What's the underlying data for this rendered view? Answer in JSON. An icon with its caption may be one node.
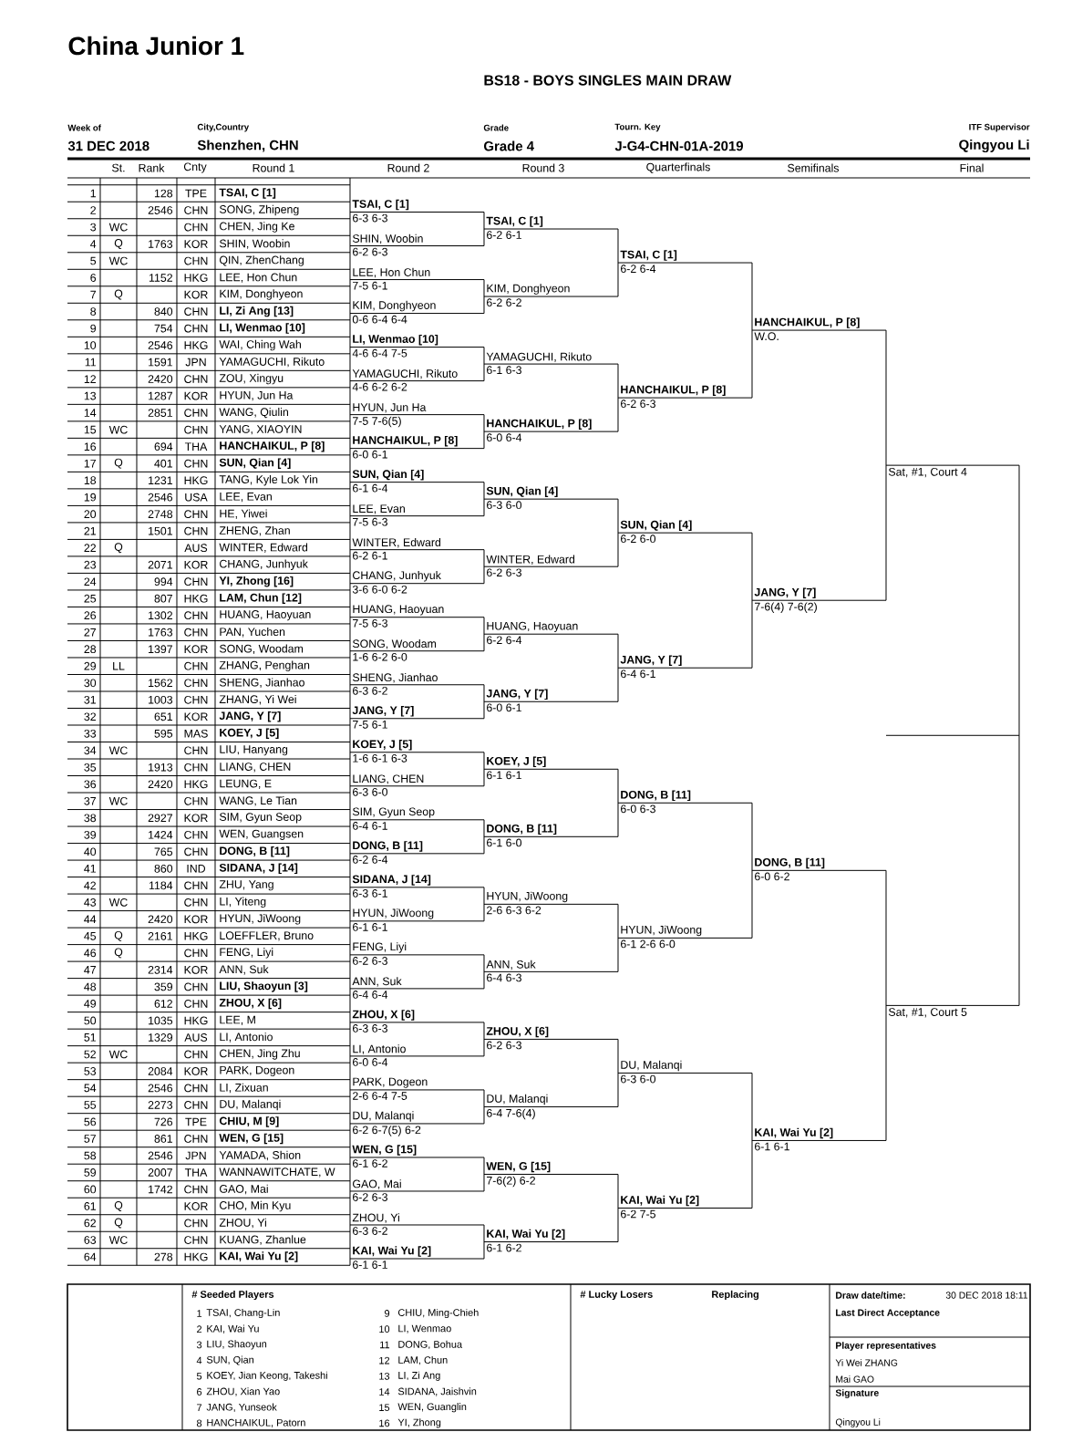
{
  "diagram": {
    "title": "China Junior 1",
    "labels": [
      "BS18 - BOYS SINGLES MAIN DRAW",
      "Week of",
      "31 DEC 2018",
      "City,Country",
      "Shenzhen, CHN",
      "Grade",
      "Grade 4",
      "Tourn. Key",
      "J-G4-CHN-01A-2019",
      "ITF Supervisor",
      "Qingyou Li",
      "St.",
      "Rank",
      "Cnty",
      "Round 1",
      "Round 2",
      "Round 3",
      "Quarterfinals",
      "Semifinals",
      "Final",
      "1",
      "128",
      "TPE",
      "TSAI, C [1]",
      "2",
      "2546",
      "CHN",
      "SONG, Zhipeng",
      "3",
      "WC",
      "CHN",
      "CHEN, Jing Ke",
      "4",
      "Q",
      "1763",
      "KOR",
      "SHIN, Woobin",
      "5",
      "WC",
      "CHN",
      "QIN, ZhenChang",
      "6",
      "1152",
      "HKG",
      "LEE, Hon Chun",
      "7",
      "Q",
      "KOR",
      "KIM, Donghyeon",
      "8",
      "840",
      "CHN",
      "LI, Zi Ang [13]",
      "9",
      "754",
      "CHN",
      "LI, Wenmao [10]",
      "10",
      "2546",
      "HKG",
      "WAI, Ching Wah",
      "11",
      "1591",
      "JPN",
      "YAMAGUCHI, Rikuto",
      "12",
      "2420",
      "CHN",
      "ZOU, Xingyu",
      "13",
      "1287",
      "KOR",
      "HYUN, Jun Ha",
      "14",
      "2851",
      "CHN",
      "WANG, Qiulin",
      "15",
      "WC",
      "CHN",
      "YANG, XIAOYIN",
      "16",
      "694",
      "THA",
      "HANCHAIKUL, P [8]",
      "17",
      "Q",
      "401",
      "CHN",
      "SUN, Qian [4]",
      "18",
      "1231",
      "HKG",
      "TANG, Kyle Lok Yin",
      "19",
      "2546",
      "USA",
      "LEE, Evan",
      "20",
      "2748",
      "CHN",
      "HE, Yiwei",
      "21",
      "1501",
      "CHN",
      "ZHENG, Zhan",
      "22",
      "Q",
      "AUS",
      "WINTER, Edward",
      "23",
      "2071",
      "KOR",
      "CHANG, Junhyuk",
      "24",
      "994",
      "CHN",
      "YI, Zhong [16]",
      "25",
      "807",
      "HKG",
      "LAM, Chun [12]",
      "26",
      "1302",
      "CHN",
      "HUANG, Haoyuan",
      "27",
      "1763",
      "CHN",
      "PAN, Yuchen",
      "28",
      "1397",
      "KOR",
      "SONG, Woodam",
      "29",
      "LL",
      "CHN",
      "ZHANG, Penghan",
      "30",
      "1562",
      "CHN",
      "SHENG, Jianhao",
      "31",
      "1003",
      "CHN",
      "ZHANG, Yi Wei",
      "32",
      "651",
      "KOR",
      "JANG, Y [7]",
      "33",
      "595",
      "MAS",
      "KOEY, J [5]",
      "34",
      "WC",
      "CHN",
      "LIU, Hanyang",
      "35",
      "1913",
      "CHN",
      "LIANG, CHEN",
      "36",
      "2420",
      "HKG",
      "LEUNG, E",
      "37",
      "WC",
      "CHN",
      "WANG, Le Tian",
      "38",
      "2927",
      "KOR",
      "SIM, Gyun Seop",
      "39",
      "1424",
      "CHN",
      "WEN, Guangsen",
      "40",
      "765",
      "CHN",
      "DONG, B [11]",
      "41",
      "860",
      "IND",
      "SIDANA, J [14]",
      "42",
      "1184",
      "CHN",
      "ZHU, Yang",
      "43",
      "WC",
      "CHN",
      "LI, Yiteng",
      "44",
      "2420",
      "KOR",
      "HYUN, JiWoong",
      "45",
      "Q",
      "2161",
      "HKG",
      "LOEFFLER, Bruno",
      "46",
      "Q",
      "CHN",
      "FENG, Liyi",
      "47",
      "2314",
      "KOR",
      "ANN, Suk",
      "48",
      "359",
      "CHN",
      "LIU, Shaoyun [3]",
      "49",
      "612",
      "CHN",
      "ZHOU, X [6]",
      "50",
      "1035",
      "HKG",
      "LEE, M",
      "51",
      "1329",
      "AUS",
      "LI, Antonio",
      "52",
      "WC",
      "CHN",
      "CHEN, Jing Zhu",
      "53",
      "2084",
      "KOR",
      "PARK, Dogeon",
      "54",
      "2546",
      "CHN",
      "LI, Zixuan",
      "55",
      "2273",
      "CHN",
      "DU, Malanqi",
      "56",
      "726",
      "TPE",
      "CHIU, M [9]",
      "57",
      "861",
      "CHN",
      "WEN, G [15]",
      "58",
      "2546",
      "JPN",
      "YAMADA, Shion",
      "59",
      "2007",
      "THA",
      "WANNAWITCHATE, W",
      "60",
      "1742",
      "CHN",
      "GAO, Mai",
      "61",
      "Q",
      "KOR",
      "CHO, Min Kyu",
      "62",
      "Q",
      "CHN",
      "ZHOU, Yi",
      "63",
      "WC",
      "CHN",
      "KUANG, Zhanlue",
      "64",
      "278",
      "HKG",
      "KAI, Wai Yu [2]",
      "TSAI, C [1]",
      "6-3 6-3",
      "SHIN, Woobin",
      "6-2 6-3",
      "LEE, Hon Chun",
      "7-5 6-1",
      "KIM, Donghyeon",
      "0-6 6-4 6-4",
      "LI, Wenmao [10]",
      "4-6 6-4 7-5",
      "YAMAGUCHI, Rikuto",
      "4-6 6-2 6-2",
      "HYUN, Jun Ha",
      "7-5 7-6(5)",
      "HANCHAIKUL, P [8]",
      "6-0 6-1",
      "SUN, Qian [4]",
      "6-1 6-4",
      "LEE, Evan",
      "7-5 6-3",
      "WINTER, Edward",
      "6-2 6-1",
      "CHANG, Junhyuk",
      "3-6 6-0 6-2",
      "HUANG, Haoyuan",
      "7-5 6-3",
      "SONG, Woodam",
      "1-6 6-2 6-0",
      "SHENG, Jianhao",
      "6-3 6-2",
      "JANG, Y [7]",
      "7-5 6-1",
      "KOEY, J [5]",
      "1-6 6-1 6-3",
      "LIANG, CHEN",
      "6-3 6-0",
      "SIM, Gyun Seop",
      "6-4 6-1",
      "DONG, B [11]",
      "6-2 6-4",
      "SIDANA, J [14]",
      "6-3 6-1",
      "HYUN, JiWoong",
      "6-1 6-1",
      "FENG, Liyi",
      "6-2 6-3",
      "ANN, Suk",
      "6-4 6-4",
      "ZHOU, X [6]",
      "6-3 6-3",
      "LI, Antonio",
      "6-0 6-4",
      "PARK, Dogeon",
      "2-6 6-4 7-5",
      "DU, Malanqi",
      "6-2 6-7(5) 6-2",
      "WEN, G [15]",
      "6-1 6-2",
      "GAO, Mai",
      "6-2 6-3",
      "ZHOU, Yi",
      "6-3 6-2",
      "KAI, Wai Yu [2]",
      "6-1 6-1",
      "TSAI, C [1]",
      "6-2 6-1",
      "KIM, Donghyeon",
      "6-2 6-2",
      "YAMAGUCHI, Rikuto",
      "6-1 6-3",
      "HANCHAIKUL, P [8]",
      "6-0 6-4",
      "SUN, Qian [4]",
      "6-3 6-0",
      "WINTER, Edward",
      "6-2 6-3",
      "HUANG, Haoyuan",
      "6-2 6-4",
      "JANG, Y [7]",
      "6-0 6-1",
      "KOEY, J [5]",
      "6-1 6-1",
      "DONG, B [11]",
      "6-1 6-0",
      "HYUN, JiWoong",
      "2-6 6-3 6-2",
      "ANN, Suk",
      "6-4 6-3",
      "ZHOU, X [6]",
      "6-2 6-3",
      "DU, Malanqi",
      "6-4 7-6(4)",
      "WEN, G [15]",
      "7-6(2) 6-2",
      "KAI, Wai Yu [2]",
      "6-1 6-2",
      "TSAI, C [1]",
      "6-2 6-4",
      "HANCHAIKUL, P [8]",
      "6-2 6-3",
      "SUN, Qian [4]",
      "6-2 6-0",
      "JANG, Y [7]",
      "6-4 6-1",
      "DONG, B [11]",
      "6-0 6-3",
      "HYUN, JiWoong",
      "6-1 2-6 6-0",
      "DU, Malanqi",
      "6-3 6-0",
      "KAI, Wai Yu [2]",
      "6-2 7-5",
      "HANCHAIKUL, P [8]",
      "W.O.",
      "JANG, Y [7]",
      "7-6(4) 7-6(2)",
      "DONG, B [11]",
      "6-0 6-2",
      "KAI, Wai Yu [2]",
      "6-1 6-1",
      "Sat, #1, Court 4",
      "Sat, #1, Court 5",
      "# Seeded Players",
      "1",
      "TSAI, Chang-Lin",
      "9",
      "CHIU, Ming-Chieh",
      "2",
      "KAI, Wai Yu",
      "10",
      "LI, Wenmao",
      "3",
      "LIU, Shaoyun",
      "11",
      "DONG, Bohua",
      "4",
      "SUN, Qian",
      "12",
      "LAM, Chun",
      "5",
      "KOEY, Jian Keong, Takeshi",
      "13",
      "LI, Zi Ang",
      "6",
      "ZHOU, Xian Yao",
      "14",
      "SIDANA, Jaishvin",
      "7",
      "JANG, Yunseok",
      "15",
      "WEN, Guanglin",
      "8",
      "HANCHAIKUL, Patorn",
      "16",
      "YI, Zhong",
      "# Lucky Losers",
      "Replacing",
      "Draw date/time:",
      "30 DEC 2018 18:11",
      "Last Direct Acceptance",
      "Player representatives",
      "Yi Wei ZHANG",
      "Mai GAO",
      "Signature",
      "Qingyou Li"
    ]
  }
}
